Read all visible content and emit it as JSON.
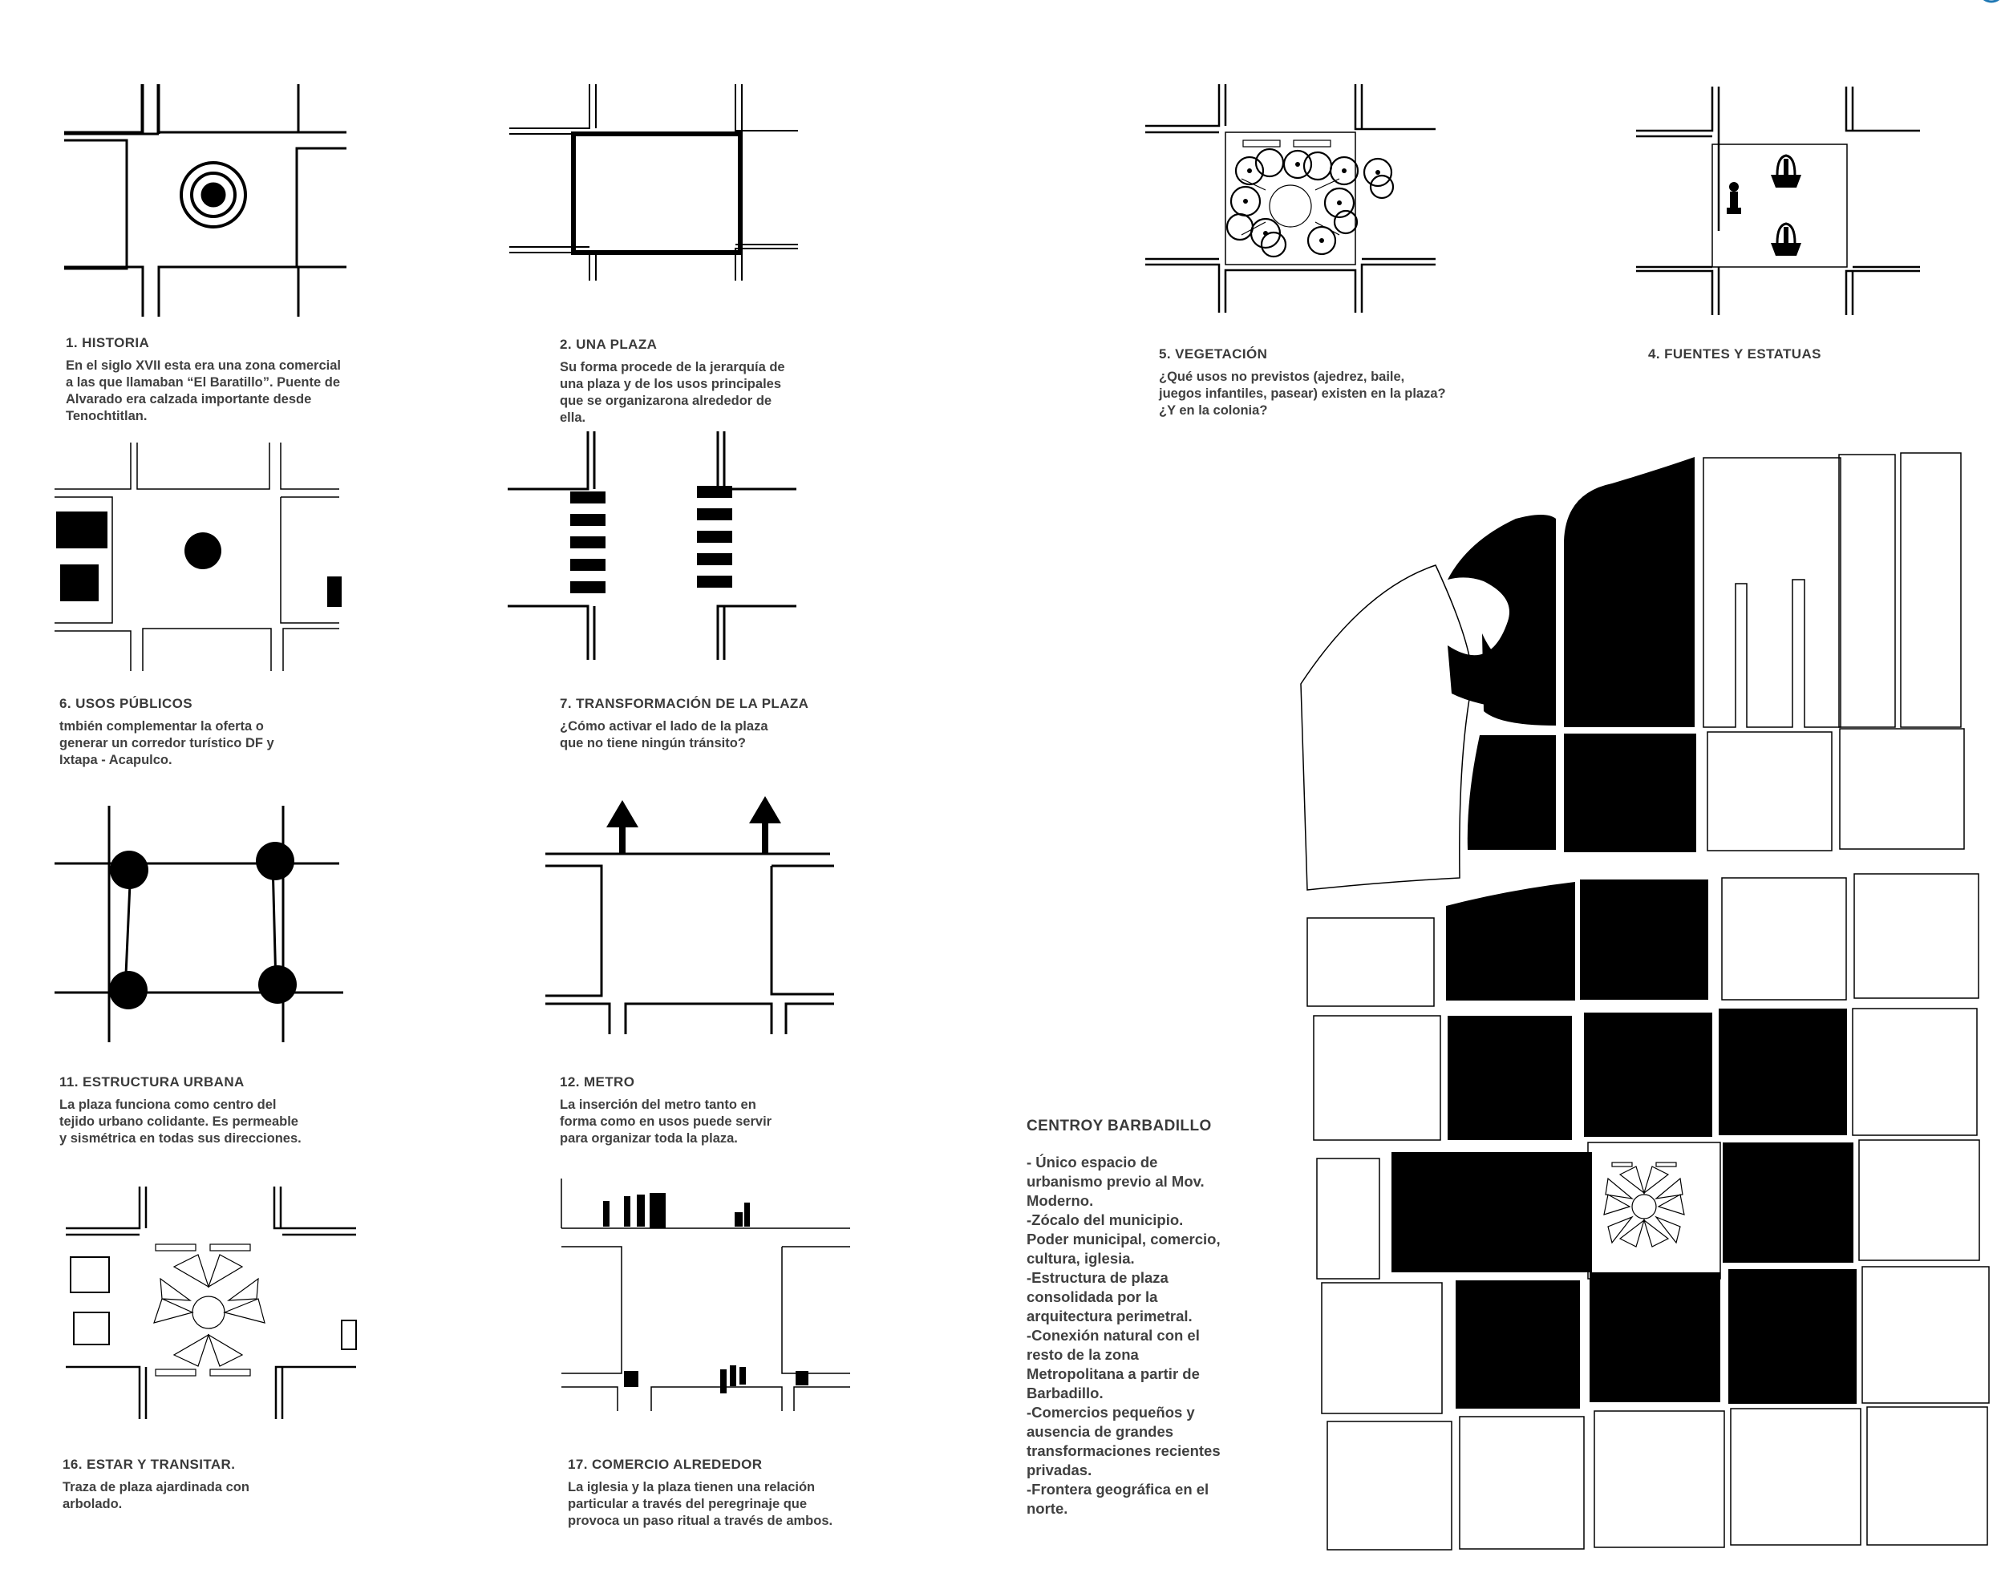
{
  "panels": {
    "p1": {
      "title": "1. HISTORIA",
      "body": "En el siglo XVII esta era una zona comercial\na las que llamaban “El Baratillo”. Puente de\nAlvarado era calzada importante desde\nTenochtitlan."
    },
    "p2": {
      "title": "2. UNA PLAZA",
      "body": "Su forma procede de la jerarquía de\nuna plaza y de los usos principales\nque se organizarona alrededor de\nella."
    },
    "p5": {
      "title": "5. VEGETACIÓN",
      "body": "¿Qué usos no previstos (ajedrez, baile,\njuegos infantiles, pasear) existen en la plaza?\n¿Y en la colonia?"
    },
    "p4": {
      "title": "4. FUENTES Y ESTATUAS",
      "body": ""
    },
    "p6": {
      "title": "6. USOS PÚBLICOS",
      "body": "tmbién complementar la oferta o\ngenerar un corredor turístico DF y\nIxtapa - Acapulco."
    },
    "p7": {
      "title": "7. TRANSFORMACIÓN DE LA PLAZA",
      "body": "¿Cómo activar el lado de la plaza\nque no tiene ningún tránsito?"
    },
    "p11": {
      "title": "11. ESTRUCTURA URBANA",
      "body": "La plaza funciona como centro del\ntejido urbano colidante. Es permeable\ny sismétrica en todas sus direcciones."
    },
    "p12": {
      "title": "12. METRO",
      "body": "La inserción del metro tanto en\nforma como en usos puede  servir\npara organizar toda la plaza."
    },
    "p16": {
      "title": "16. ESTAR Y TRANSITAR.",
      "body": "Traza de plaza ajardinada con\narbolado."
    },
    "p17": {
      "title": "17. COMERCIO ALREDEDOR",
      "body": "La iglesia y la plaza tienen una relación\nparticular a través del peregrinaje que\nprovoca un paso ritual a través de ambos."
    }
  },
  "sidebar": {
    "title": "CENTROY BARBADILLO",
    "body": "- Único espacio de\nurbanismo previo al Mov.\nModerno.\n-Zócalo del municipio.\nPoder municipal, comercio,\ncultura, iglesia.\n-Estructura de plaza\nconsolidada por la\narquitectura perimetral.\n-Conexión natural con el\nresto de la zona\nMetropolitana a  partir de\nBarbadillo.\n-Comercios pequeños y\nausencia de grandes\ntransformaciones recientes\nprivadas.\n-Frontera geográfica en el\nnorte."
  },
  "colors": {
    "ink": "#000000",
    "text": "#3a3a3a",
    "paper": "#ffffff",
    "accent": "#1f78b4"
  }
}
